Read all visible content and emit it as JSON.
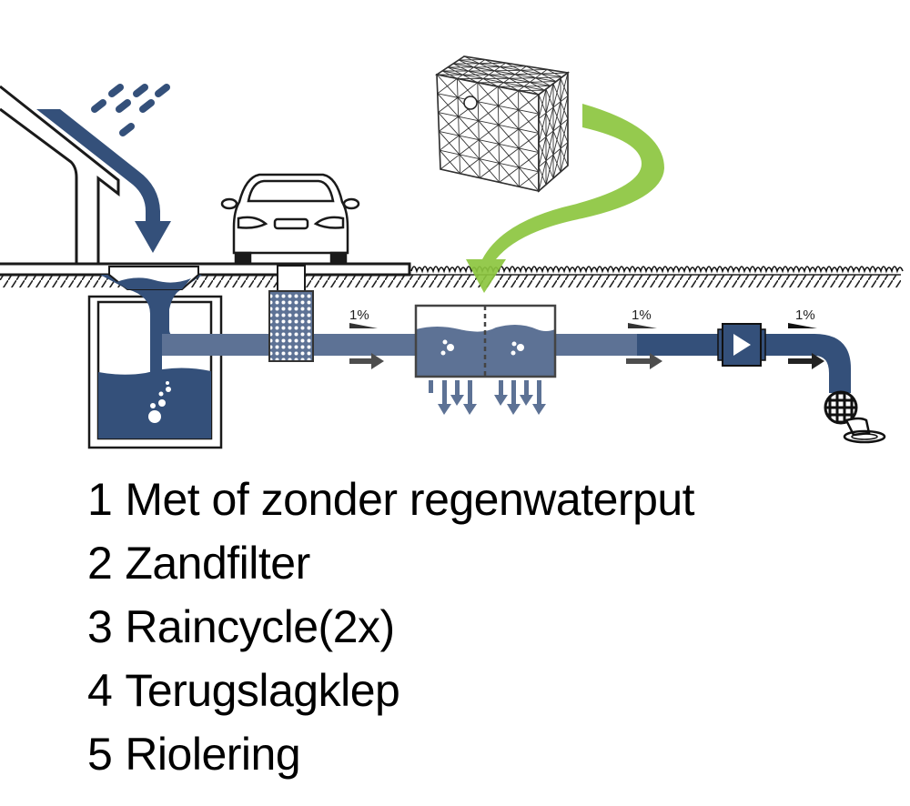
{
  "colors": {
    "water_dark": "#34507a",
    "water_light": "#5d7295",
    "outline": "#1a1a1a",
    "green_arrow": "#8cc63f",
    "arrow_gray": "#4d4d4d"
  },
  "diagram": {
    "icons": [
      "house-icon",
      "rain-icon",
      "car-icon",
      "rainwater-tank-icon",
      "sand-filter-icon",
      "raincycle-crate-icon",
      "infiltration-unit-icon",
      "check-valve-icon",
      "sewer-drain-icon"
    ],
    "slope_labels": [
      "1%",
      "1%",
      "1%"
    ]
  },
  "legend": {
    "items": [
      {
        "num": "1",
        "label": "Met of zonder regenwaterput"
      },
      {
        "num": "2",
        "label": "Zandfilter"
      },
      {
        "num": "3",
        "label": "Raincycle(2x)"
      },
      {
        "num": "4",
        "label": "Terugslagklep"
      },
      {
        "num": "5",
        "label": "Riolering"
      }
    ]
  }
}
